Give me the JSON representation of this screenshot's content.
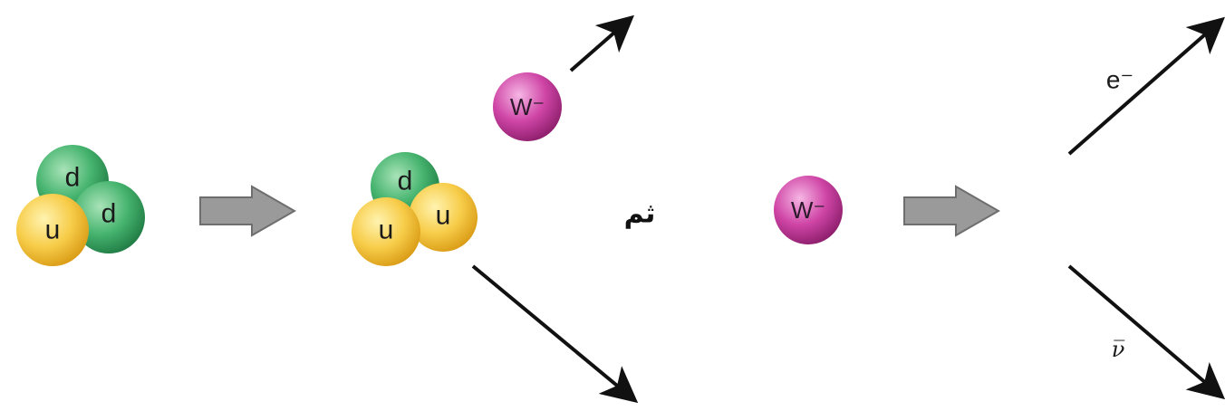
{
  "neutron": {
    "quarks": [
      "d",
      "d",
      "u"
    ]
  },
  "proton": {
    "quarks": [
      "d",
      "u",
      "u"
    ]
  },
  "boson_label": "W⁻",
  "connector_text": "ثم",
  "products": {
    "electron_label": "e⁻",
    "antineutrino_label": "ν̅"
  },
  "colors": {
    "up_quark": "#f3c23a",
    "down_quark": "#3aa867",
    "w_boson": "#c9379c",
    "arrow_fill": "#9a9a9a",
    "arrow_stroke": "#6e6e6e",
    "line": "#111111"
  }
}
